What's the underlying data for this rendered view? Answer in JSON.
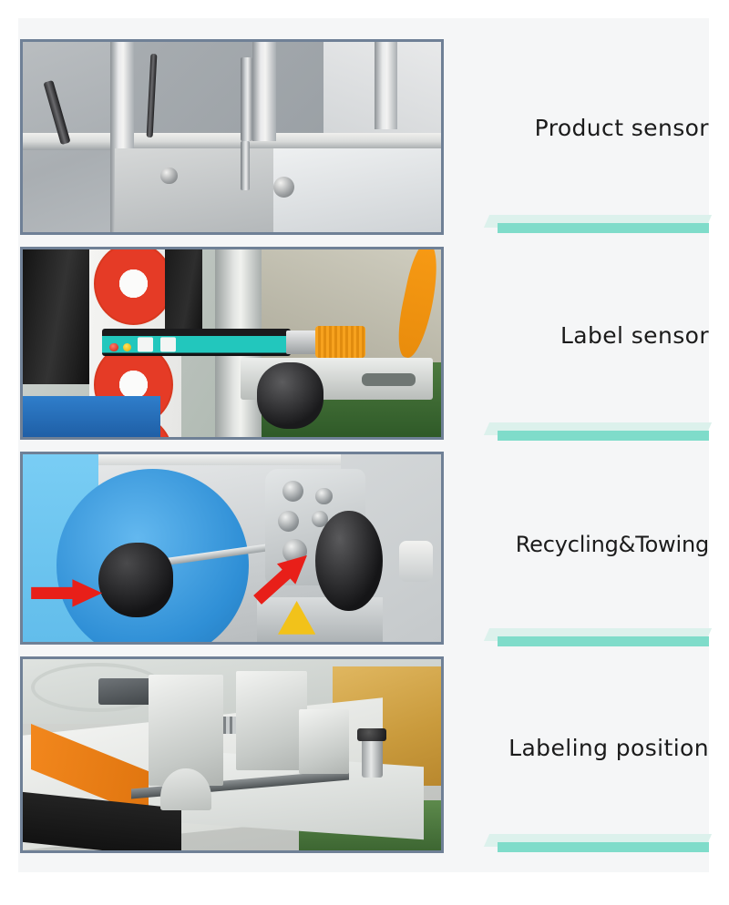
{
  "page": {
    "background_color": "#ffffff",
    "slab_color": "#f5f6f7"
  },
  "theme": {
    "accent_bar_color": "#7fdcca",
    "accent_slab_color": "#dcf1ec",
    "panel_border_color": "#6f8096",
    "label_text_color": "#1b1b1b"
  },
  "rows": [
    {
      "label": "Product sensor",
      "photo_name": "product-sensor-photo",
      "photo_alt": "Stainless steel conveyor frame with product detection sensor mounted on a bracket"
    },
    {
      "label": "Label sensor",
      "photo_name": "label-sensor-photo",
      "photo_alt": "Teal fiber-optic label sensor with orange connector cable beside a roll of red round labels"
    },
    {
      "label": "Recycling&Towing",
      "photo_name": "recycling-towing-photo",
      "photo_alt": "Blue label reel hub and towing roller assembly indicated by two red arrows"
    },
    {
      "label": "Labeling position",
      "photo_name": "labeling-position-photo",
      "photo_alt": "Aluminum guide blocks on a lead screw adjusting the labeling position over the conveyor table"
    }
  ]
}
